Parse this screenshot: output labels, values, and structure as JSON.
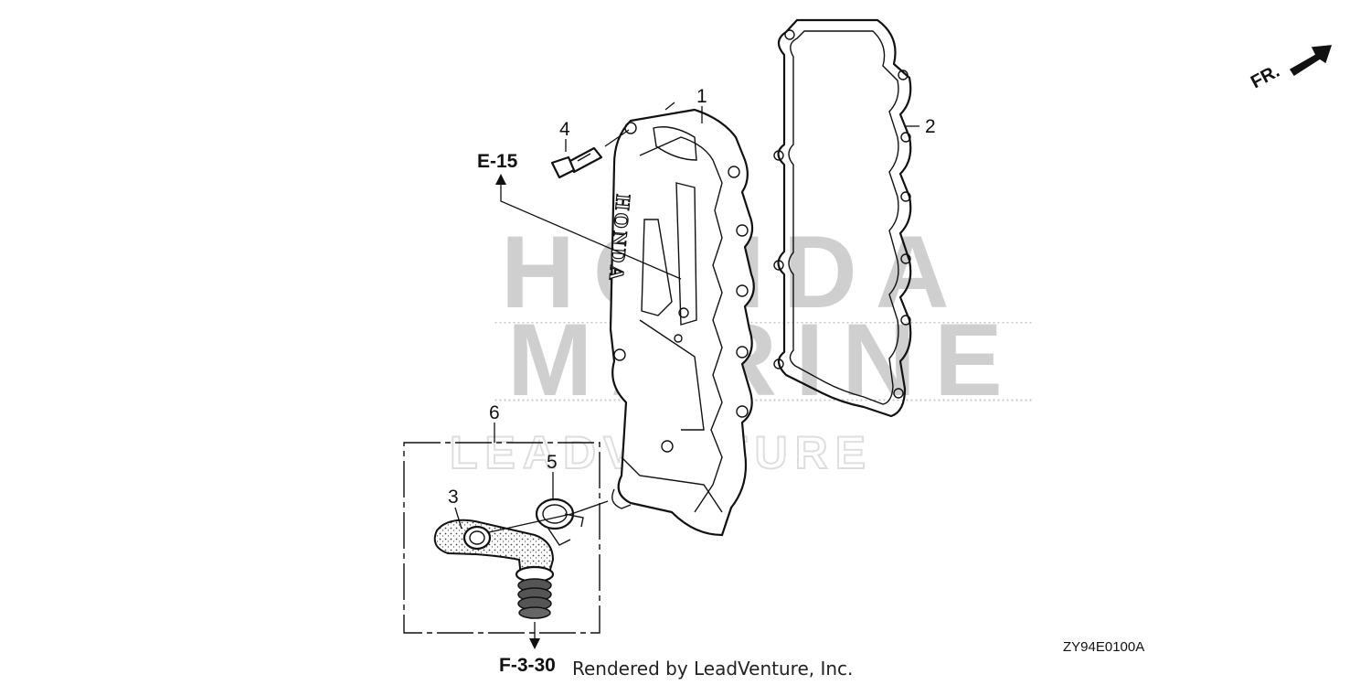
{
  "diagram": {
    "callouts": [
      "1",
      "2",
      "3",
      "4",
      "5",
      "6"
    ],
    "references": {
      "cover_ref": "E-15",
      "hose_ref": "F-3-30"
    },
    "direction_label": "FR.",
    "diagram_code": "ZY94E0100A",
    "rendered_by": "Rendered by LeadVenture, Inc.",
    "cover_logo_text": "HONDA",
    "watermark": {
      "line1": "HONDA",
      "line2": "MARINE",
      "line3": "LEADVENTURE"
    }
  }
}
